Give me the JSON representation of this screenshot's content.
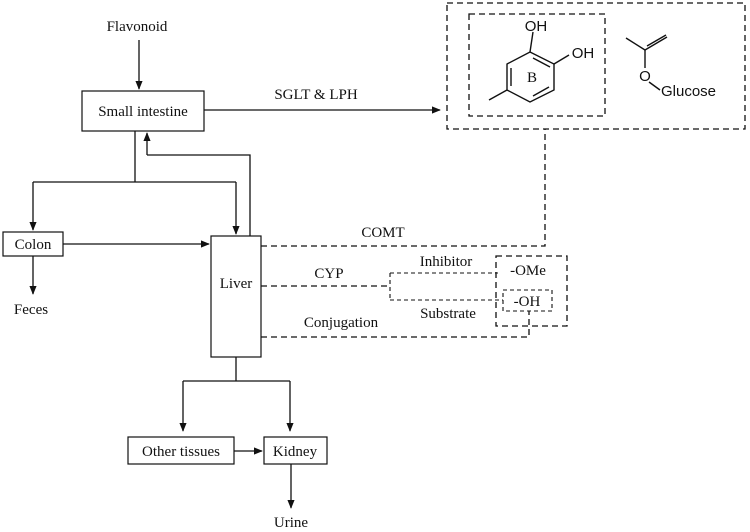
{
  "nodes": {
    "flavonoid": "Flavonoid",
    "small_intestine": "Small intestine",
    "colon": "Colon",
    "liver": "Liver",
    "feces": "Feces",
    "other_tissues": "Other tissues",
    "kidney": "Kidney",
    "urine": "Urine"
  },
  "edges": {
    "sglt_lph": "SGLT & LPH",
    "comt": "COMT",
    "cyp": "CYP",
    "conjugation": "Conjugation",
    "inhibitor": "Inhibitor",
    "substrate": "Substrate"
  },
  "groups": {
    "ome": "-OMe",
    "oh": "-OH"
  },
  "structure": {
    "oh_top": "OH",
    "oh_right": "OH",
    "ring_label": "B",
    "ether_o": "O",
    "glucose": "Glucose"
  }
}
